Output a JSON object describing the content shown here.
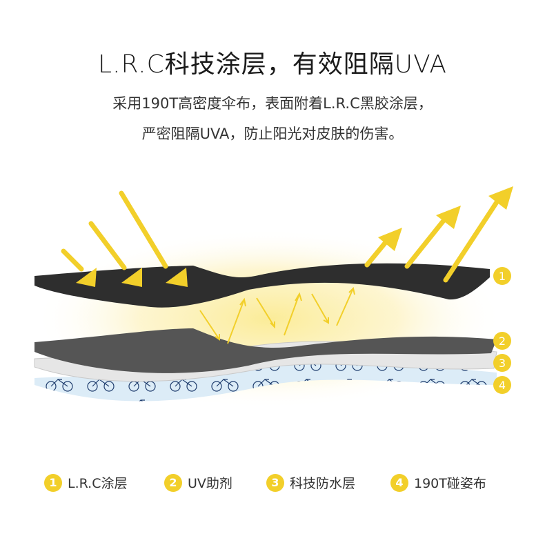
{
  "title": "L.R.C科技涂层，有效阻隔UVA",
  "subtitle_lines": [
    "采用190T高密度伞布，表面附着L.R.C黑胶涂层，",
    "严密阻隔UVA，防止阳光对皮肤的伤害。"
  ],
  "colors": {
    "accent_yellow": "#f2cf2a",
    "coating_black": "#2e2e2e",
    "uv_agent_gray": "#555555",
    "waterproof_light": "#e6e6e6",
    "fabric_blue": "#cfe6f5"
  },
  "layer_badges": [
    "1",
    "2",
    "3",
    "4"
  ],
  "legend": [
    {
      "number": "1",
      "label": "L.R.C涂层"
    },
    {
      "number": "2",
      "label": "UV助剂"
    },
    {
      "number": "3",
      "label": "科技防水层"
    },
    {
      "number": "4",
      "label": "190T碰姿布"
    }
  ]
}
